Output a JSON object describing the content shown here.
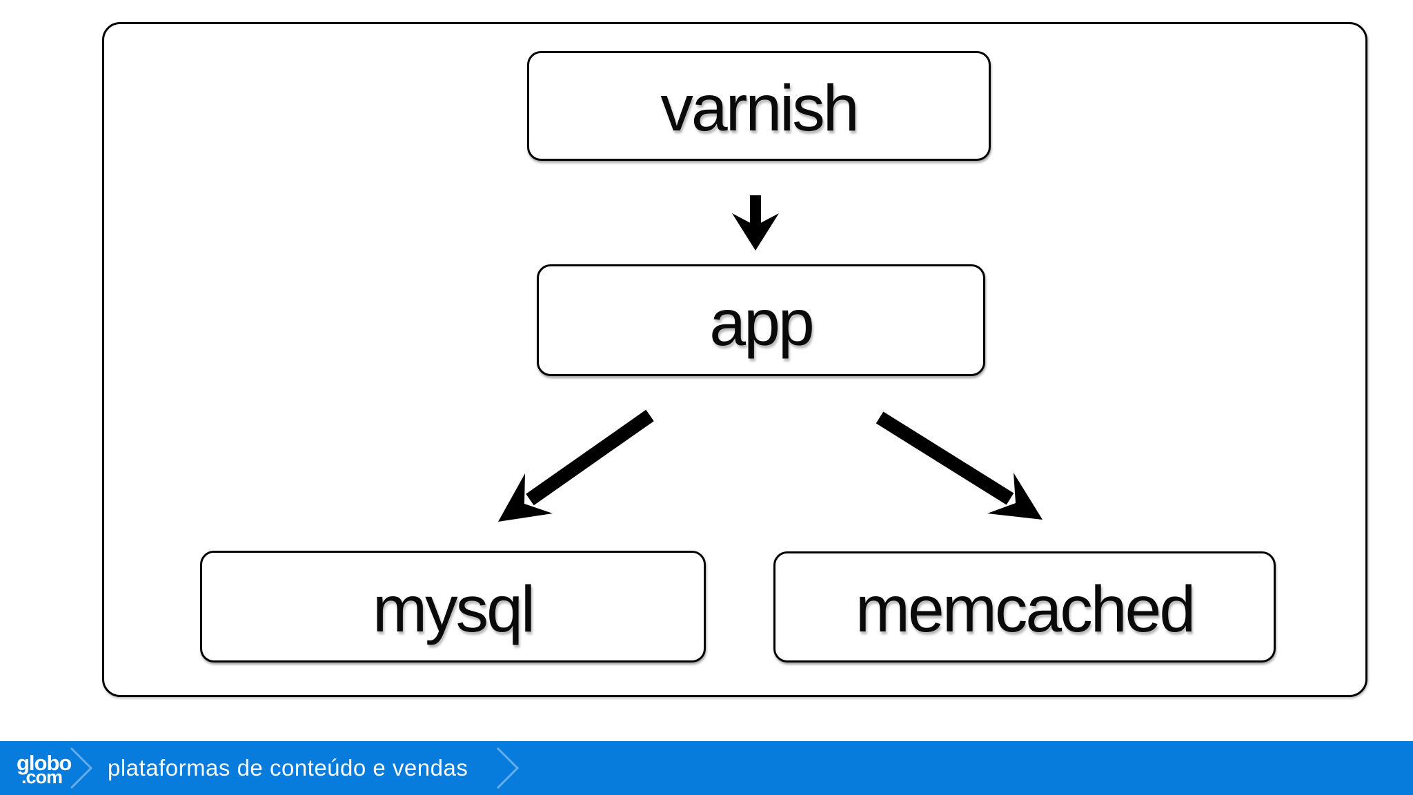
{
  "diagram": {
    "nodes": [
      {
        "id": "varnish",
        "label": "varnish"
      },
      {
        "id": "app",
        "label": "app"
      },
      {
        "id": "mysql",
        "label": "mysql"
      },
      {
        "id": "memcached",
        "label": "memcached"
      }
    ],
    "edges": [
      {
        "from": "varnish",
        "to": "app"
      },
      {
        "from": "app",
        "to": "mysql"
      },
      {
        "from": "app",
        "to": "memcached"
      }
    ]
  },
  "footer": {
    "logo": {
      "top": "globo",
      "bottom": ".com"
    },
    "title": "plataformas de conteúdo e vendas",
    "colors": {
      "bar": "#077cdd",
      "chevron": "rgba(255,255,255,0.38)",
      "text": "#ffffff"
    }
  },
  "colors": {
    "ink": "#000000",
    "background": "#ffffff"
  }
}
